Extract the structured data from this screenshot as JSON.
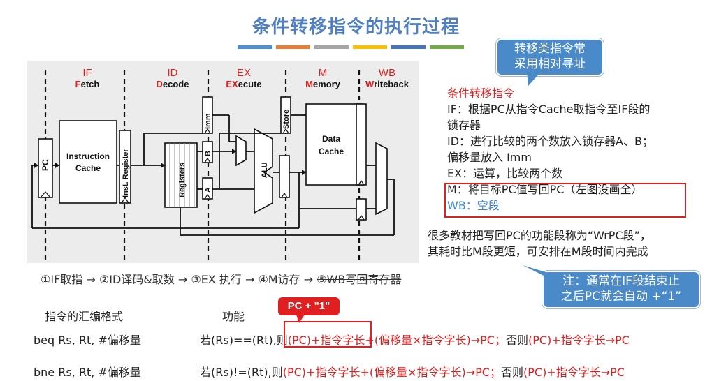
{
  "title": "条件转移指令的执行过程",
  "color_bars": [
    "#4a90d9",
    "#ed7d31",
    "#a5a5a5",
    "#ffc000",
    "#4472c4",
    "#70ad47"
  ],
  "callout_top": {
    "line1": "转移类指令常",
    "line2": "采用相对寻址"
  },
  "callout_bottom": {
    "line1": "注：通常在IF段结束止",
    "line2": "之后PC就会自动 +“1”"
  },
  "pc_bubble": "PC + \"1\"",
  "notes": {
    "heading": "条件转移指令",
    "if_line1": "IF：根据PC从指令Cache取指令至IF段的",
    "if_line2": "锁存器",
    "id_line1": "ID：进行比较的两个数放入锁存器A、B；",
    "id_line2": "偏移量放入 Imm",
    "ex_line": "EX：运算，比较两个数",
    "m_line": "M：将目标PC值写回PC（左图没画全）",
    "wb_line": "WB：空段"
  },
  "wrpc_note": {
    "line1": "很多教材把写回PC的功能段称为“WrPC段”，",
    "line2": "其耗时比M段更短，可安排在M段时间内完成"
  },
  "stages_line": {
    "s1": "①IF取指",
    "s2": "②ID译码&取数",
    "s3": "③EX 执行",
    "s4": "④M访存",
    "s5": "⑤WB写回寄存器"
  },
  "table": {
    "col1": "指令的汇编格式",
    "col2": "功能",
    "rows": [
      {
        "asm": "beq Rs, Rt, #偏移量",
        "cond": "若(Rs)==(Rt),则",
        "p1": "(PC)+指令字长",
        "p2": "+(偏移量×指令字长)→PC；",
        "else": "否则",
        "p3": "(PC)+指令字长→PC"
      },
      {
        "asm": "bne Rs, Rt, #偏移量",
        "cond": "若(Rs)!=(Rt),则",
        "p1": "(PC)+指令字长",
        "p2": "+(偏移量×指令字长)→PC；",
        "else": "否则",
        "p3": "(PC)+指令字长→PC"
      }
    ]
  },
  "diagram": {
    "stages": [
      {
        "abbr": "IF",
        "first": "F",
        "rest": "etch"
      },
      {
        "abbr": "ID",
        "first": "D",
        "rest": "ecode"
      },
      {
        "abbr": "EX",
        "first": "EX",
        "rest": "ecute"
      },
      {
        "abbr": "M",
        "first": "M",
        "rest": "emory"
      },
      {
        "abbr": "WB",
        "first": "W",
        "rest": "riteback"
      }
    ],
    "labels": {
      "pc": "PC",
      "icache1": "Instruction",
      "icache2": "Cache",
      "inst_reg": "Inst. Register",
      "registers": "Registers",
      "imm": "Imm",
      "b": "B",
      "a": "A",
      "alu": "ALU",
      "store": "Store",
      "dcache1": "Data",
      "dcache2": "Cache"
    }
  }
}
